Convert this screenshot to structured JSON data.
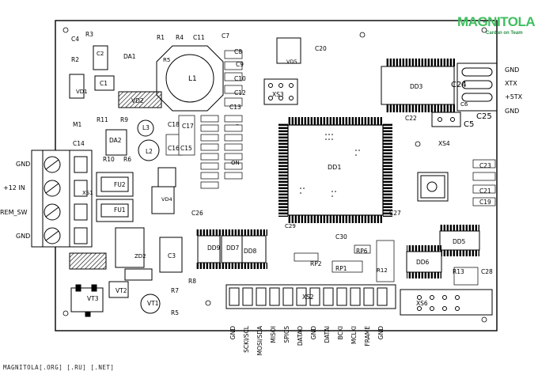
{
  "left_labels": [
    {
      "id": "gnd_top",
      "text": "GND"
    },
    {
      "id": "plus12",
      "text": "+12 IN"
    },
    {
      "id": "rem",
      "text": "REM_SW"
    },
    {
      "id": "gnd_bot",
      "text": "GND"
    }
  ],
  "right_labels": [
    {
      "id": "gnd_r1",
      "text": "GND"
    },
    {
      "id": "xtx",
      "text": "XTX"
    },
    {
      "id": "plus5tx",
      "text": "+5TX"
    },
    {
      "id": "gnd_r2",
      "text": "GND"
    }
  ],
  "bottom_pins": [
    "GND",
    "SCKI/SCL",
    "MOSI/SDA",
    "MISOI",
    "SPICS",
    "DATAO",
    "GND",
    "DATAI",
    "BCKI",
    "MCLKI",
    "FRAME",
    "GND"
  ],
  "logo": {
    "main": "MAGNITOLA",
    "sub": "Cardan on Team"
  },
  "watermark": "MAGNITOLA[.ORG] [.RU] [.NET]",
  "components": {
    "c4": "C4",
    "r3": "R3",
    "r2": "R2",
    "r1": "R1",
    "r4": "R4",
    "c11": "C11",
    "c7": "C7",
    "c2": "C2",
    "da1": "DA1",
    "r5": "R5",
    "l1": "L1",
    "c8": "C8",
    "c9": "C9",
    "c10": "C10",
    "c12": "C12",
    "c13": "C13",
    "xs3": "XS3",
    "vd5": "VD5",
    "c20": "C20",
    "vd1": "VD1",
    "c1": "C1",
    "vd2": "VD2",
    "dd3": "DD3",
    "r11": "R11",
    "r9": "R9",
    "l3": "L3",
    "c18": "C18",
    "c17": "C17",
    "c22": "C22",
    "m1": "M1",
    "da2": "DA2",
    "c14": "C14",
    "l2": "L2",
    "c16": "C16",
    "c15": "C15",
    "r10": "R10",
    "r6": "R6",
    "dd1": "DD1",
    "xs4": "XS4",
    "c23": "C23",
    "c21": "C21",
    "c19": "C19",
    "xs1": "XS1",
    "fu2": "FU2",
    "fu1": "FU1",
    "vd4": "VD4",
    "c26": "C26",
    "c3": "C3",
    "zd2": "ZD2",
    "dd9": "DD9",
    "dd7": "DD7",
    "dd8": "DD8",
    "c27": "C27",
    "dd5": "DD5",
    "rp6": "RP6",
    "dd6": "DD6",
    "rp1": "RP1",
    "rp2": "RP2",
    "r8": "R8",
    "r7": "R7",
    "vt3": "VT3",
    "vt2": "VT2",
    "vt1": "VT1",
    "r5b": "R5",
    "xs2": "XS2",
    "xs6": "XS6",
    "r13": "R13",
    "c28": "C28",
    "c30": "C30",
    "c5": "C5",
    "c25": "C25",
    "c24": "C24",
    "c6": "C6",
    "c29": "C29",
    "r12": "R12",
    "on": "ON"
  }
}
